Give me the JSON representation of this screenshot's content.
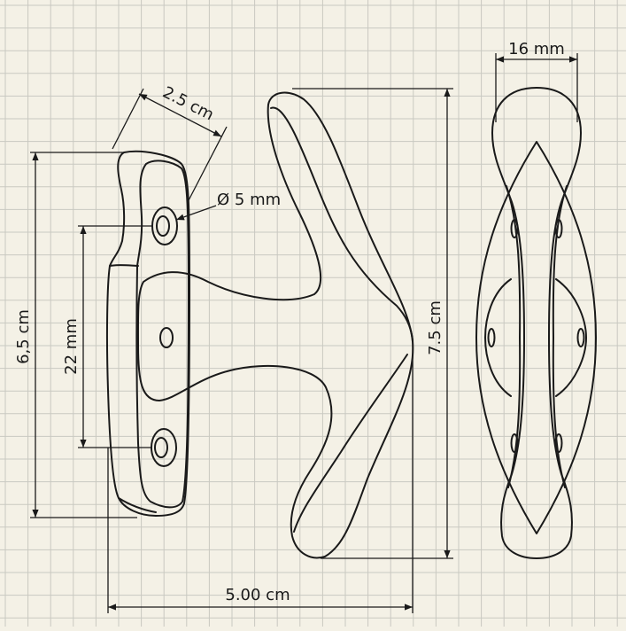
{
  "colors": {
    "paper": "#f4f1e6",
    "grid": "#c9c9c1",
    "ink": "#1a1a1a"
  },
  "dimensions": {
    "plate_width": "2.5 cm",
    "hole_diameter": "Ø 5 mm",
    "plate_height": "6,5 cm",
    "hole_spacing": "22 mm",
    "hook_height": "7.5 cm",
    "hook_depth": "5.00 cm",
    "front_width": "16 mm"
  }
}
